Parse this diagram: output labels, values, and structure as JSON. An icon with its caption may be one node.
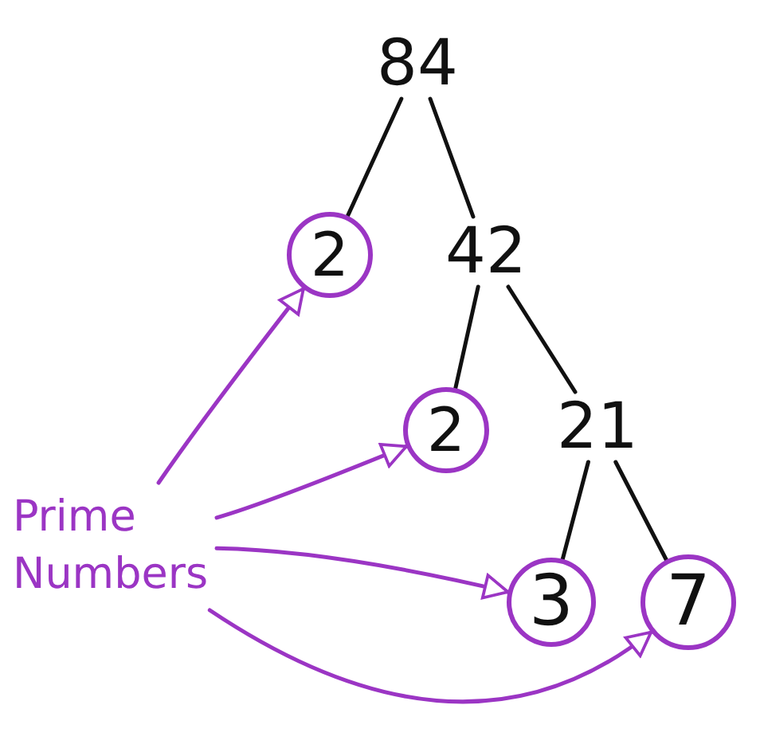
{
  "diagram": {
    "nodes": [
      {
        "text": [
          "84"
        ]
      },
      {
        "text": [
          "2"
        ]
      },
      {
        "text": [
          "42"
        ]
      },
      {
        "text": [
          "2"
        ]
      },
      {
        "text": [
          "21"
        ]
      },
      {
        "text": [
          "3"
        ]
      },
      {
        "text": [
          "7"
        ]
      },
      {
        "text": [
          "Prime Numbers"
        ]
      }
    ],
    "edges": [
      {
        "from": 0,
        "to": 1,
        "arrow": "none"
      },
      {
        "from": 0,
        "to": 2,
        "arrow": "none"
      },
      {
        "from": 2,
        "to": 3,
        "arrow": "none"
      },
      {
        "from": 2,
        "to": 4,
        "arrow": "none"
      },
      {
        "from": 4,
        "to": 5,
        "arrow": "none"
      },
      {
        "from": 4,
        "to": 6,
        "arrow": "none"
      },
      {
        "from": 7,
        "to": 1,
        "arrow": "to",
        "color": "#9b35c4"
      },
      {
        "from": 7,
        "to": 3,
        "arrow": "to",
        "color": "#9b35c4"
      },
      {
        "from": 7,
        "to": 5,
        "arrow": "to",
        "color": "#9b35c4"
      },
      {
        "from": 7,
        "to": 6,
        "arrow": "to",
        "color": "#9b35c4"
      }
    ]
  }
}
